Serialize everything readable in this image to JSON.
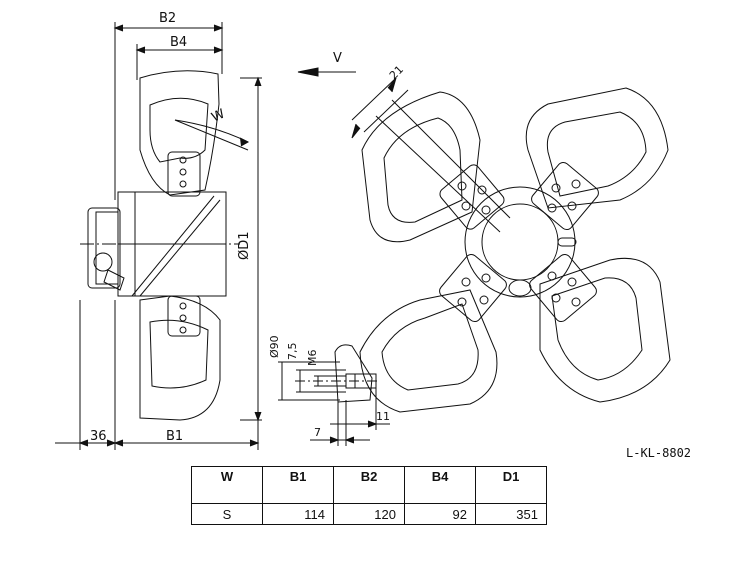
{
  "drawing": {
    "labels": {
      "b2": "B2",
      "b4": "B4",
      "w": "W",
      "d1": "ØD1",
      "b1": "B1",
      "dim36": "36",
      "dia90": "Ø90",
      "dim7_5": "7,5",
      "m6": "M6",
      "dim11": "11",
      "dim7": "7",
      "v": "V",
      "dim21": "21"
    },
    "reference_code": "L-KL-8802"
  },
  "table": {
    "headers": [
      "W",
      "B1",
      "B2",
      "B4",
      "D1"
    ],
    "rows": [
      [
        "S",
        "114",
        "120",
        "92",
        "351"
      ]
    ]
  }
}
